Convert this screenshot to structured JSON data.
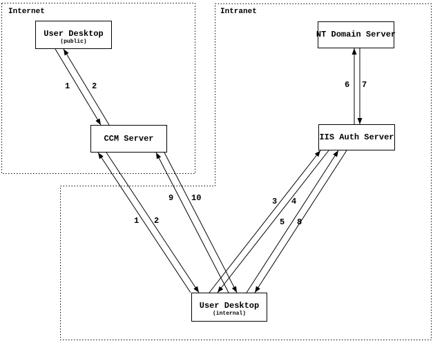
{
  "zones": {
    "internet": {
      "label": "Internet"
    },
    "intranet": {
      "label": "Intranet"
    }
  },
  "nodes": {
    "user_desktop_public": {
      "title": "User Desktop",
      "subtitle": "(public)"
    },
    "ccm_server": {
      "title": "CCM Server"
    },
    "nt_domain_server": {
      "title": "NT Domain Server"
    },
    "iis_auth_server": {
      "title": "IIS Auth Server"
    },
    "user_desktop_internal": {
      "title": "User Desktop",
      "subtitle": "(internal)"
    }
  },
  "flows": {
    "public_desktop_ccm": {
      "labels": [
        "1",
        "2"
      ]
    },
    "internal_desktop_ccm": {
      "labels": [
        "1",
        "2"
      ]
    },
    "internal_desktop_ccm_secondary": {
      "labels": [
        "9",
        "10"
      ]
    },
    "internal_desktop_iis": {
      "labels": [
        "3",
        "4"
      ]
    },
    "internal_desktop_iis_secondary": {
      "labels": [
        "5",
        "8"
      ]
    },
    "iis_nt_domain": {
      "labels": [
        "6",
        "7"
      ]
    }
  },
  "colors": {
    "line": "#000000",
    "background": "#ffffff",
    "box_fill": "#ffffff"
  }
}
